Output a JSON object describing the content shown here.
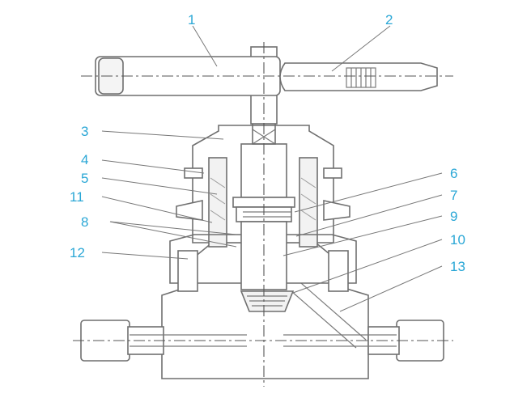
{
  "diagram": {
    "callouts": [
      "1",
      "2",
      "3",
      "4",
      "5",
      "6",
      "7",
      "8",
      "9",
      "10",
      "11",
      "12",
      "13"
    ],
    "label_color": "#2aa7d6",
    "line_color": "#6f6f6f"
  }
}
